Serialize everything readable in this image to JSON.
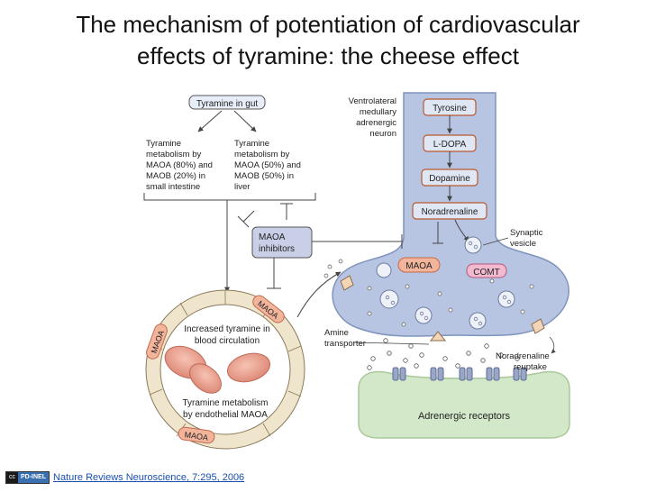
{
  "title": {
    "line1": "The mechanism of potentiation of cardiovascular",
    "line2": "effects of tyramine: the cheese effect"
  },
  "diagram": {
    "gut_box": "Tyramine in gut",
    "small_intestine": [
      "Tyramine",
      "metabolism by",
      "MAOA (80%) and",
      "MAOB (20%) in",
      "small intestine"
    ],
    "liver": [
      "Tyramine",
      "metabolism by",
      "MAOA (50%) and",
      "MAOB (50%) in",
      "liver"
    ],
    "inhibitors": [
      "MAOA",
      "inhibitors"
    ],
    "neuron_label": [
      "Ventrolateral",
      "medullary",
      "adrenergic",
      "neuron"
    ],
    "pathway": [
      "Tyrosine",
      "L-DOPA",
      "Dopamine",
      "Noradrenaline"
    ],
    "synaptic_vesicle": [
      "Synaptic",
      "vesicle"
    ],
    "maoa": "MAOA",
    "comt": "COMT",
    "amine_transporter": [
      "Amine",
      "transporter"
    ],
    "reuptake": [
      "Noradrenaline",
      "reuptake"
    ],
    "receptors": "Adrenergic receptors",
    "increased_tyramine": [
      "Increased tyramine in",
      "blood circulation"
    ],
    "endothelial": [
      "Tyramine metabolism",
      "by endothelial MAOA"
    ]
  },
  "footer": {
    "badge_left": "cc",
    "badge_right": "PD-INEL",
    "citation": "Nature Reviews Neuroscience, 7:295, 2006"
  }
}
